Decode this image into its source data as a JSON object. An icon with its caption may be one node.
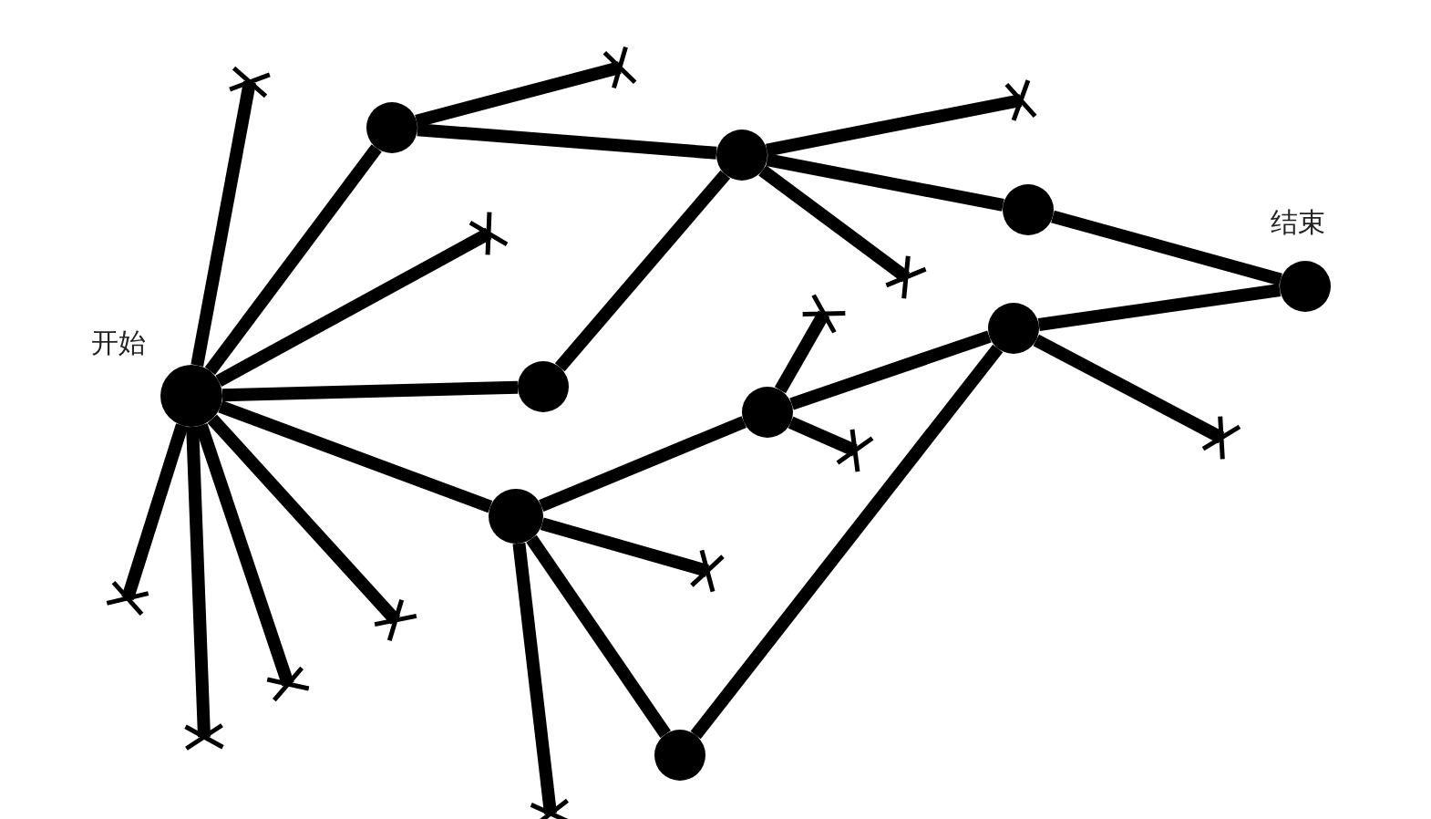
{
  "diagram": {
    "nodes": [
      {
        "text": [],
        "shape": "circle",
        "beside": [
          "开始"
        ]
      },
      {
        "text": [],
        "shape": "circle"
      },
      {
        "text": [],
        "shape": "circle"
      },
      {
        "text": [],
        "shape": "circle"
      },
      {
        "text": [],
        "shape": "circle",
        "beside": [
          "结束"
        ]
      },
      {
        "text": [],
        "shape": "circle"
      },
      {
        "text": [],
        "shape": "circle"
      },
      {
        "text": [],
        "shape": "circle"
      },
      {
        "text": [],
        "shape": "circle"
      },
      {
        "text": [],
        "shape": "circle"
      }
    ],
    "edges": [
      {
        "from": 0,
        "to": 1,
        "arrow": "none"
      },
      {
        "from": 1,
        "to": 2,
        "arrow": "none"
      },
      {
        "from": 2,
        "to": 3,
        "arrow": "none"
      },
      {
        "from": 3,
        "to": 4,
        "arrow": "none"
      },
      {
        "from": 0,
        "to": 5,
        "arrow": "none"
      },
      {
        "from": 5,
        "to": 2,
        "arrow": "none"
      },
      {
        "from": 0,
        "to": 8,
        "arrow": "none"
      },
      {
        "from": 8,
        "to": 6,
        "arrow": "none"
      },
      {
        "from": 6,
        "to": 7,
        "arrow": "none"
      },
      {
        "from": 7,
        "to": 4,
        "arrow": "none"
      },
      {
        "from": 8,
        "to": 9,
        "arrow": "none"
      },
      {
        "from": 9,
        "to": 7,
        "arrow": "none"
      },
      {
        "from": 0,
        "to": null,
        "arrow": "other"
      },
      {
        "from": 0,
        "to": null,
        "arrow": "other"
      },
      {
        "from": 0,
        "to": null,
        "arrow": "other"
      },
      {
        "from": 0,
        "to": null,
        "arrow": "other"
      },
      {
        "from": 0,
        "to": null,
        "arrow": "other"
      },
      {
        "from": 0,
        "to": null,
        "arrow": "other"
      },
      {
        "from": 1,
        "to": null,
        "arrow": "other"
      },
      {
        "from": 2,
        "to": null,
        "arrow": "other"
      },
      {
        "from": 2,
        "to": null,
        "arrow": "other"
      },
      {
        "from": 6,
        "to": null,
        "arrow": "other"
      },
      {
        "from": 6,
        "to": null,
        "arrow": "other"
      },
      {
        "from": 7,
        "to": null,
        "arrow": "other"
      },
      {
        "from": 8,
        "to": null,
        "arrow": "other"
      },
      {
        "from": 8,
        "to": null,
        "arrow": "other"
      }
    ]
  }
}
